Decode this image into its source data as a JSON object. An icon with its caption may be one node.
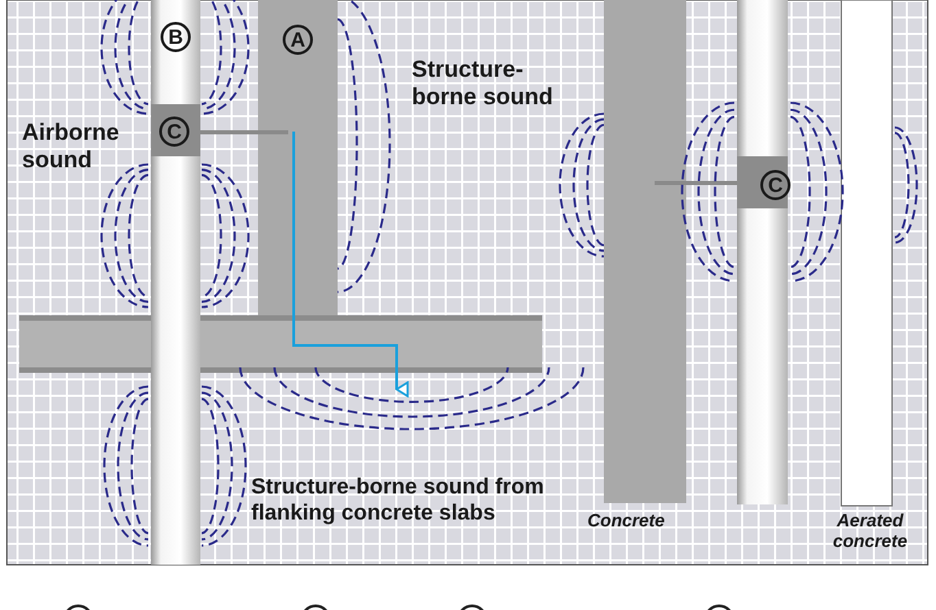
{
  "diagram": {
    "nodes": [
      {
        "text": [
          "B"
        ]
      },
      {
        "text": [
          "A"
        ]
      },
      {
        "text": [
          "C"
        ]
      },
      {
        "text": [
          "C"
        ]
      }
    ],
    "labels": [
      "Structure-borne sound",
      "Airborne sound",
      "Structure-borne sound from flanking concrete slabs",
      "Concrete",
      "Aerated concrete"
    ]
  }
}
